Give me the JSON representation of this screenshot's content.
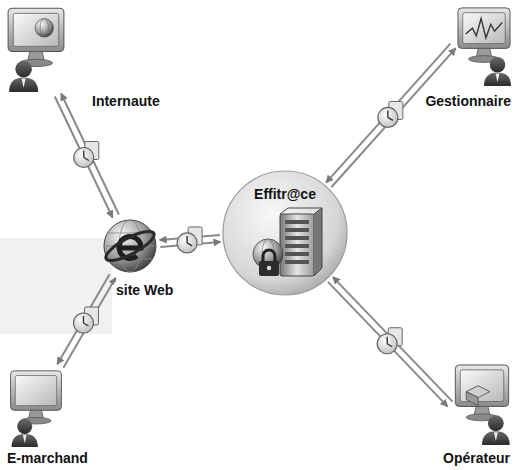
{
  "diagram": {
    "nodes": [
      {
        "text": [
          "Internaute"
        ]
      },
      {
        "text": [
          "Gestionnaire"
        ]
      },
      {
        "text": [
          "Effitr@ce"
        ]
      },
      {
        "text": [
          "site Web"
        ]
      },
      {
        "text": [
          "E-marchand"
        ]
      },
      {
        "text": [
          "Opérateur"
        ]
      }
    ],
    "edges": [
      {
        "from": 0,
        "to": 3,
        "arrow": "both"
      },
      {
        "from": 3,
        "to": 2,
        "arrow": "both"
      },
      {
        "from": 2,
        "to": 1,
        "arrow": "both"
      },
      {
        "from": 4,
        "to": 3,
        "arrow": "both"
      },
      {
        "from": 2,
        "to": 5,
        "arrow": "both"
      }
    ]
  }
}
